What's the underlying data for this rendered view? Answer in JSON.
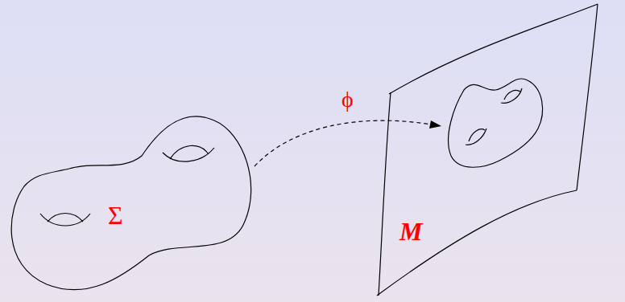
{
  "diagram": {
    "labels": [
      "Σ",
      "ϕ",
      "M"
    ]
  }
}
